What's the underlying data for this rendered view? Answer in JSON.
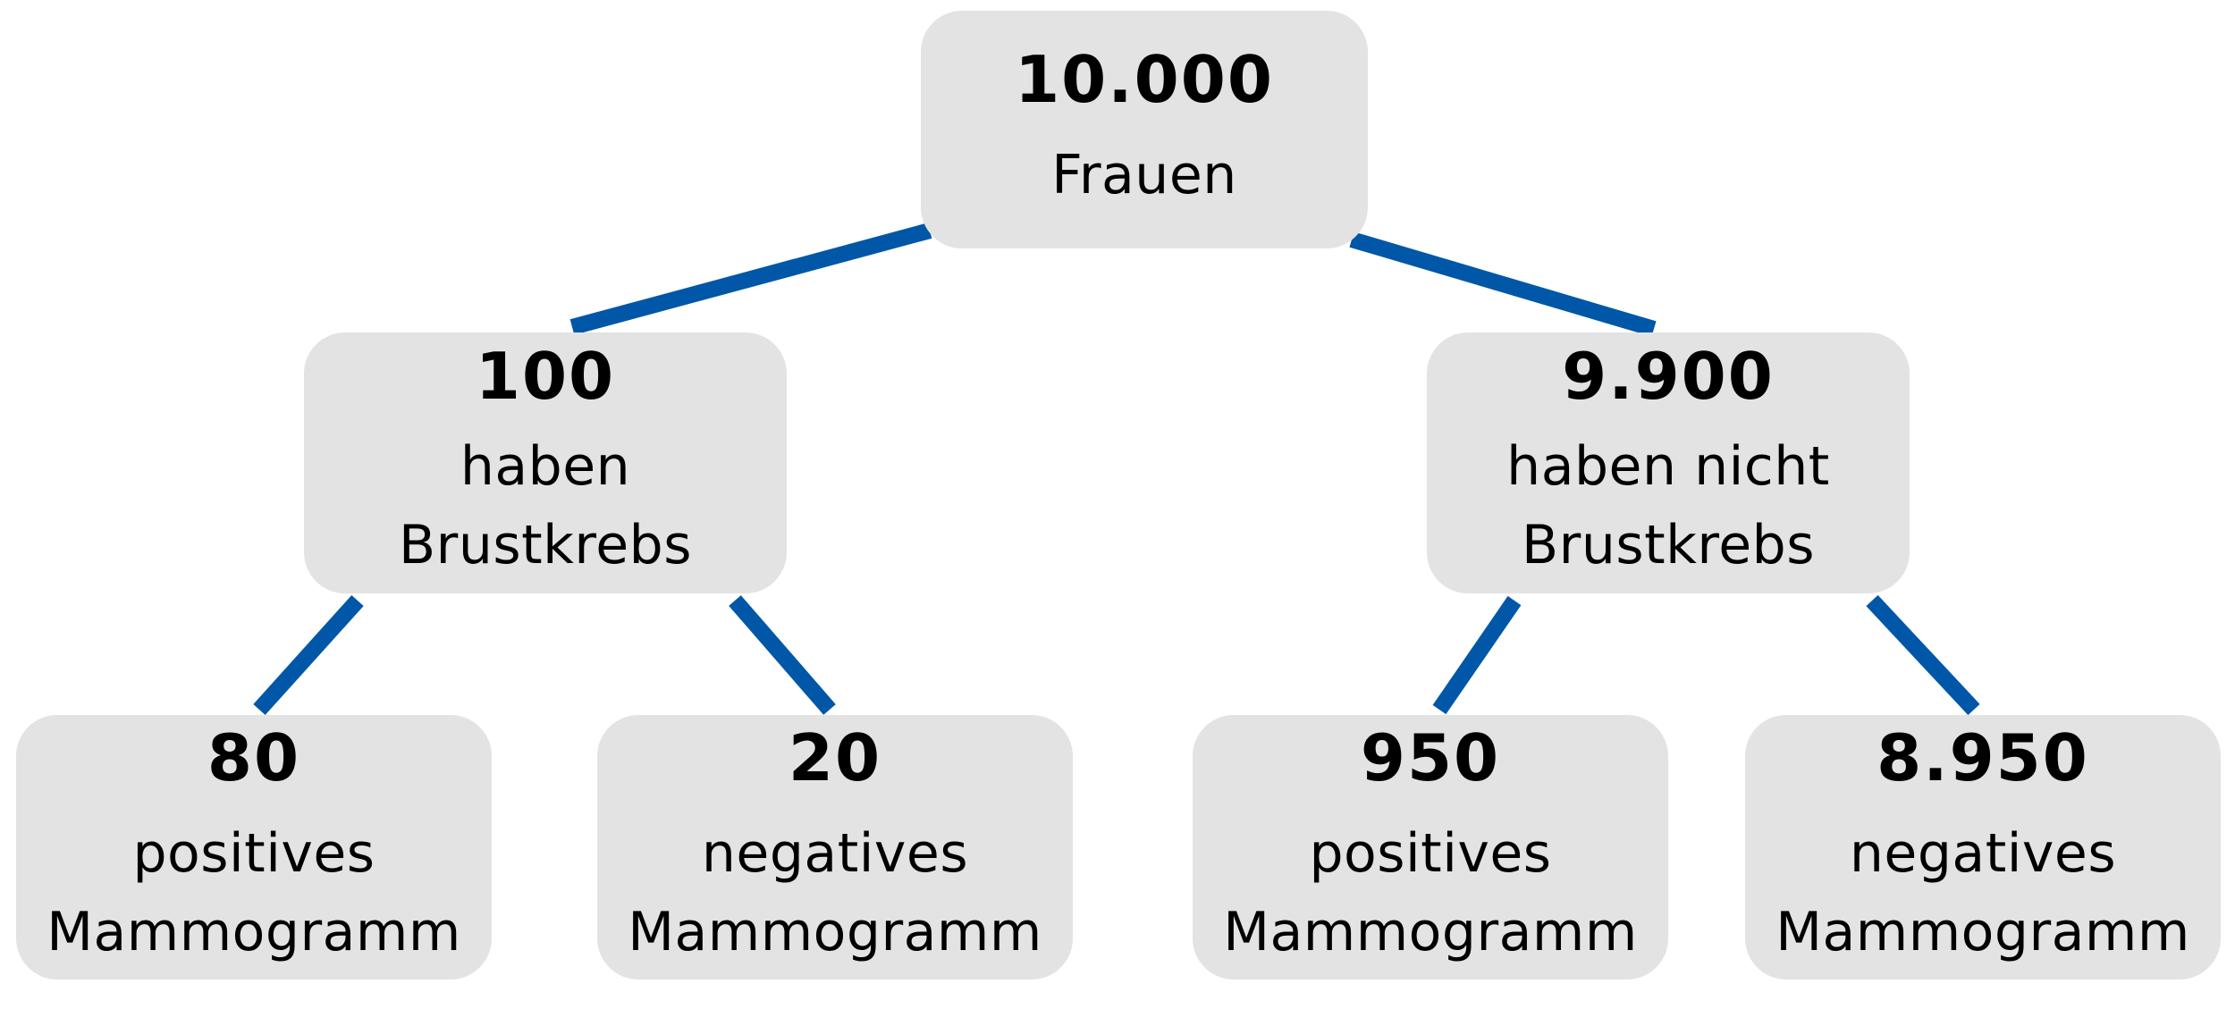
{
  "tree": {
    "root": {
      "count": "10.000",
      "label": [
        "Frauen"
      ]
    },
    "left": {
      "count": "100",
      "label": [
        "haben",
        "Brustkrebs"
      ]
    },
    "right": {
      "count": "9.900",
      "label": [
        "haben nicht",
        "Brustkrebs"
      ]
    },
    "left_left": {
      "count": "80",
      "label": [
        "positives",
        "Mammogramm"
      ]
    },
    "left_right": {
      "count": "20",
      "label": [
        "negatives",
        "Mammogramm"
      ]
    },
    "right_left": {
      "count": "950",
      "label": [
        "positives",
        "Mammogramm"
      ]
    },
    "right_right": {
      "count": "8.950",
      "label": [
        "negatives",
        "Mammogramm"
      ]
    }
  },
  "colors": {
    "connector": "#0057a8",
    "node_fill": "#e3e3e3",
    "text": "#000000"
  }
}
